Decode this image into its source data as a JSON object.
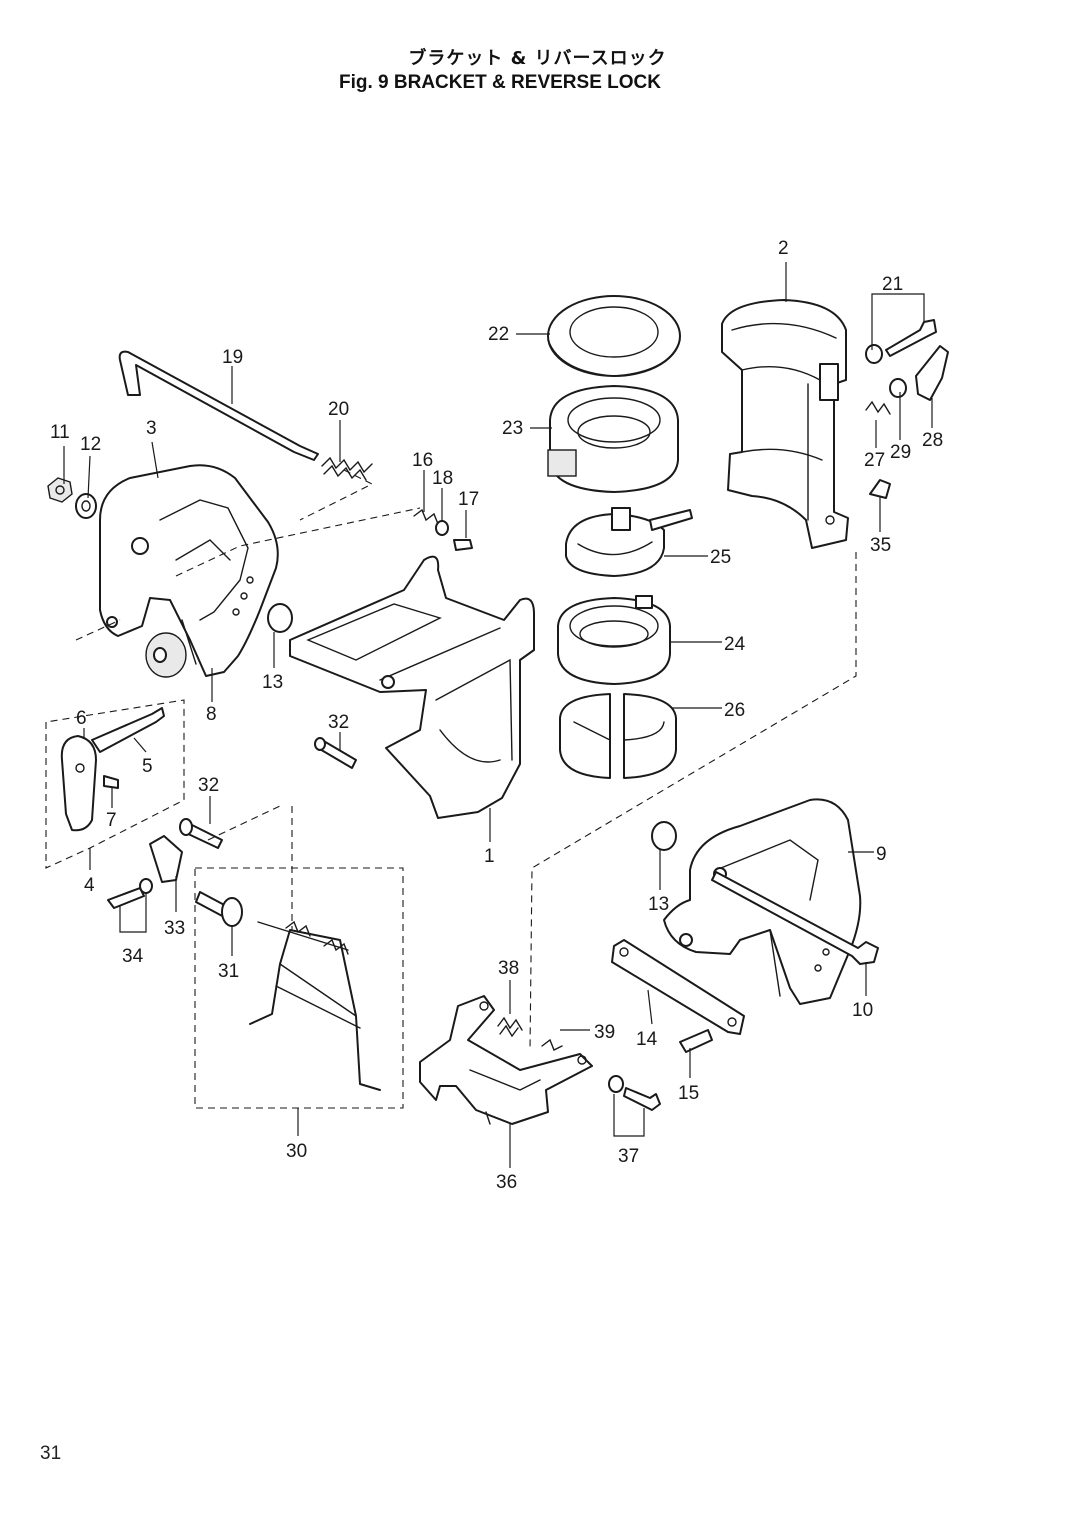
{
  "header": {
    "title_jp": "ブラケット & リバースロック",
    "title_en": "Fig. 9   BRACKET & REVERSE LOCK"
  },
  "page_number": "31",
  "callouts": {
    "c1": "1",
    "c2": "2",
    "c3": "3",
    "c4": "4",
    "c5": "5",
    "c6": "6",
    "c7": "7",
    "c8": "8",
    "c9": "9",
    "c10": "10",
    "c11": "11",
    "c12": "12",
    "c13a": "13",
    "c13b": "13",
    "c14": "14",
    "c15": "15",
    "c16": "16",
    "c17": "17",
    "c18": "18",
    "c19": "19",
    "c20": "20",
    "c21": "21",
    "c22": "22",
    "c23": "23",
    "c24": "24",
    "c25": "25",
    "c26": "26",
    "c27": "27",
    "c28": "28",
    "c29": "29",
    "c30": "30",
    "c31": "31",
    "c32a": "32",
    "c32b": "32",
    "c33": "33",
    "c34": "34",
    "c35": "35",
    "c36": "36",
    "c37": "37",
    "c38": "38",
    "c39": "39"
  }
}
